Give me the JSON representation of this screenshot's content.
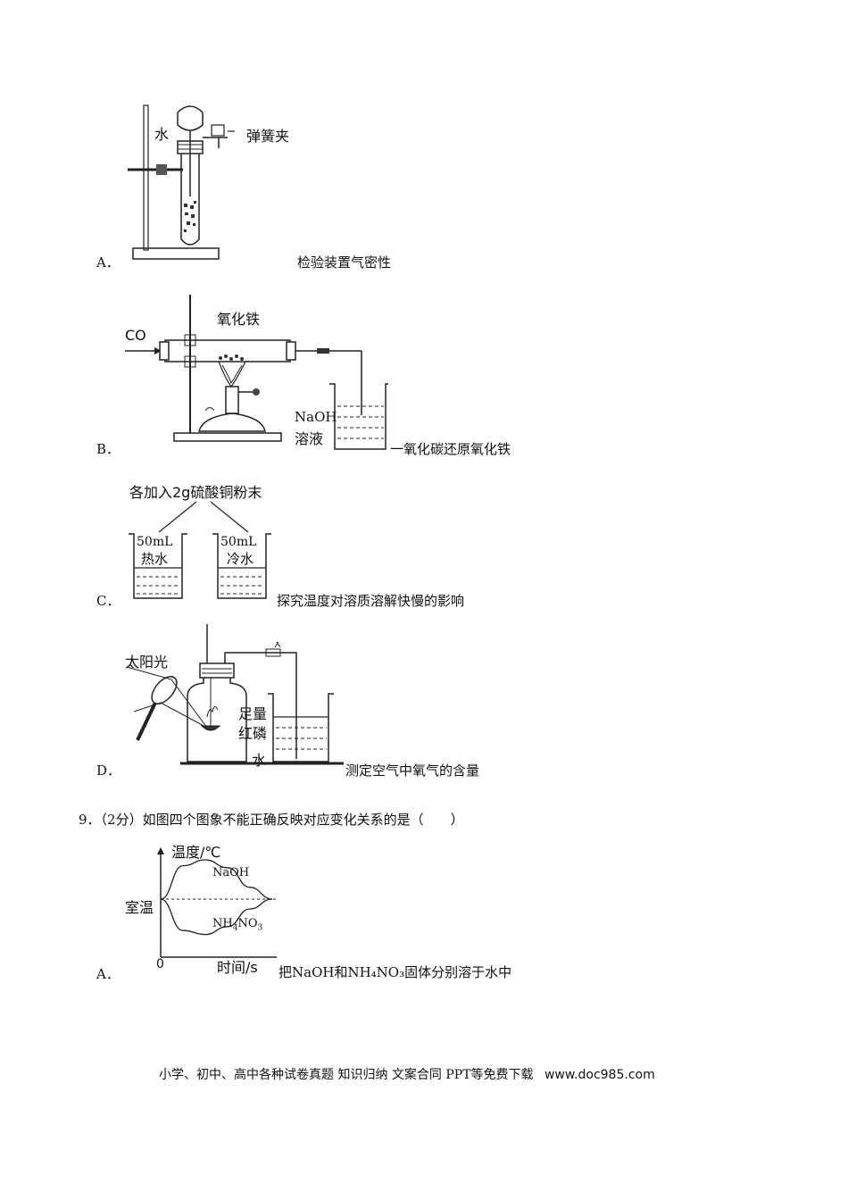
{
  "option_a": {
    "letter": "A．",
    "caption": "检验装置气密性",
    "label_water": "水",
    "label_clamp": "弹簧夹"
  },
  "option_b": {
    "letter": "B．",
    "caption": "一氧化碳还原氧化铁",
    "label_co": "CO",
    "label_fe2o3": "氧化铁",
    "label_naoh": "NaOH",
    "label_solution": "溶液"
  },
  "option_c": {
    "letter": "C．",
    "caption": "探究温度对溶质溶解快慢的影响",
    "label_top": "各加入2g硫酸铜粉末",
    "beaker_left_vol": "50mL",
    "beaker_left_name": "热水",
    "beaker_right_vol": "50mL",
    "beaker_right_name": "冷水"
  },
  "option_d": {
    "letter": "D．",
    "caption": "测定空气中氧气的含量",
    "label_sun": "太阳光",
    "label_enough": "足量",
    "label_phosphorus": "红磷",
    "label_water": "水"
  },
  "question_9": {
    "text": "9．（2分）如图四个图象不能正确反映对应变化关系的是（　　）",
    "option_a": {
      "letter": "A．",
      "caption": "把NaOH和NH₄NO₃固体分别溶于水中"
    }
  },
  "chart_data": {
    "type": "line",
    "ylabel": "温度/℃",
    "xlabel": "时间/s",
    "origin_label": "0",
    "reference_label": "室温",
    "series": [
      {
        "name": "NaOH",
        "x": [
          0,
          1,
          2,
          3,
          4,
          5
        ],
        "y": [
          0,
          0.85,
          1.0,
          0.8,
          0.3,
          0
        ]
      },
      {
        "name": "NH4NO3",
        "x": [
          0,
          1,
          2,
          3,
          4,
          5
        ],
        "y": [
          0,
          -0.8,
          -0.9,
          -0.7,
          -0.25,
          0
        ]
      }
    ],
    "series_labels": [
      "NaOH",
      "NH4NO3"
    ]
  },
  "footer": {
    "text": "小学、初中、高中各种试卷真题 知识归纳 文案合同 PPT等免费下载",
    "url": "www.doc985.com"
  }
}
